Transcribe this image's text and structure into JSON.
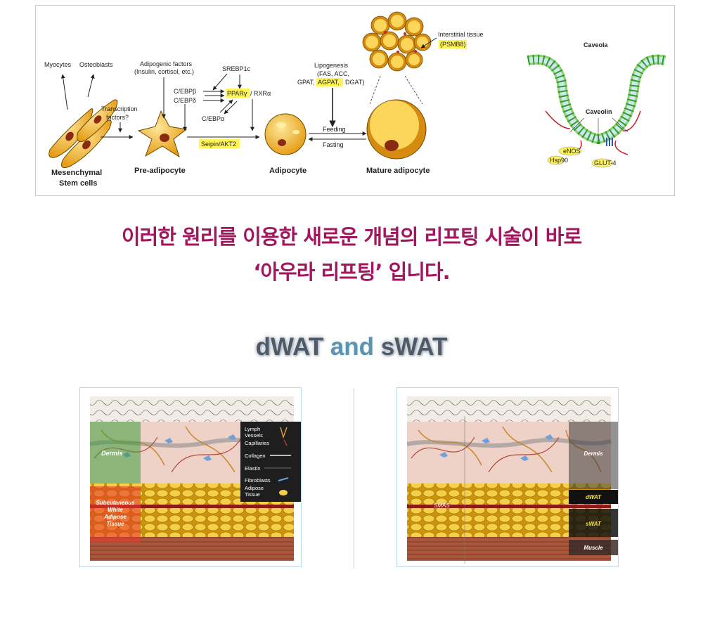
{
  "top_figure": {
    "cell_labels": {
      "myocytes": "Myocytes",
      "osteoblasts": "Osteoblasts",
      "msc_line1": "Mesenchymal",
      "msc_line2": "Stem cells",
      "preadipocyte": "Pre-adipocyte",
      "adipocyte": "Adipocyte",
      "mature": "Mature adipocyte"
    },
    "factors": {
      "transcription_line1": "Transcription",
      "transcription_line2": "factors?",
      "adipogenic_line1": "Adipogenic factors",
      "adipogenic_line2": "(Insulin, cortisol, etc.)",
      "cebpb": "C/EBPβ",
      "cebpd": "C/EBPδ",
      "cebpa": "C/EBPα",
      "srebp1c": "SREBP1c",
      "ppar": "PPARγ",
      "rxr": "/ RXRα",
      "seipin": "Seipin/AKT2"
    },
    "lipogenesis": {
      "title": "Lipogenesis",
      "line2": "(FAS, ACC,",
      "line3_a": "GPAT,",
      "line3_hl": "AGPAT,",
      "line3_b": "DGAT)",
      "feeding": "Feeding",
      "fasting": "Fasting"
    },
    "interstitial": {
      "line1": "Interstitial tissue",
      "line2": "(PSMB8)"
    },
    "caveola": {
      "title": "Caveola",
      "caveolin": "Caveolin",
      "enos": "eNOS",
      "hsp90": "Hsp90",
      "glut4": "GLUT-4"
    }
  },
  "headline": {
    "line1": "이러한 원리를 이용한 새로운 개념의 리프팅 시술이 바로",
    "line2": "‘아우라 리프팅’ 입니다."
  },
  "subtitle": {
    "part1": "dWAT",
    "part2": "and",
    "part3": "sWAT"
  },
  "left_panel": {
    "dermis": "Dermis",
    "subcutaneous": [
      "Subcutaneous",
      "White",
      "Adipose",
      "Tissue"
    ],
    "legend": [
      {
        "label": "Lymph",
        "label2": "Vessels"
      },
      {
        "label": "Capillaries"
      },
      {
        "label": "Collagen"
      },
      {
        "label": "Elastin"
      },
      {
        "label": "Fibroblasts"
      },
      {
        "label": "Adipose",
        "label2": "Tissue"
      }
    ]
  },
  "right_panel": {
    "smas": "SMAS",
    "dermis": "Dermis",
    "dwat": "dWAT",
    "swat": "sWAT",
    "muscle": "Muscle"
  },
  "colors": {
    "headline": "#a3155e",
    "subtitle_dark": "#4e5a68",
    "subtitle_light": "#5e93ad",
    "cell_fill": "#f2b324",
    "highlight": "#fff35a"
  }
}
